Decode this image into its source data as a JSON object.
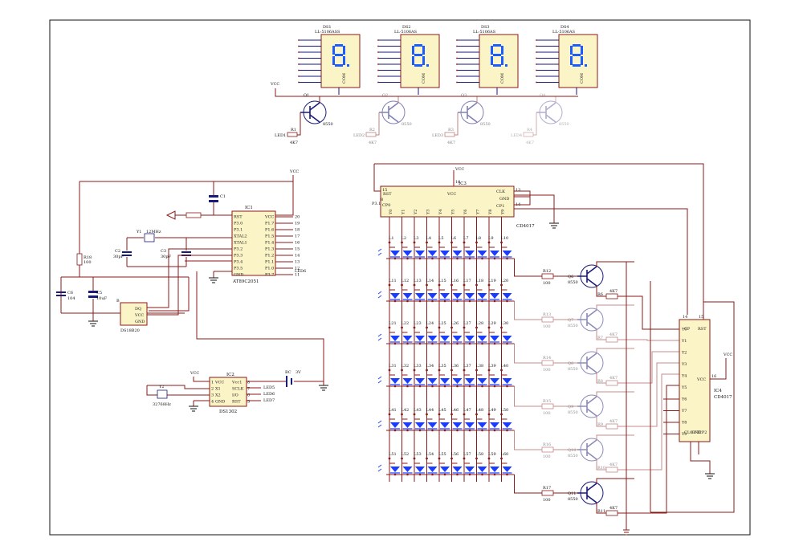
{
  "displays": [
    {
      "ref": "DS1",
      "part": "LL-5106ASS",
      "pin": "COM"
    },
    {
      "ref": "DS2",
      "part": "LL-5106AS",
      "pin": "COM"
    },
    {
      "ref": "DS3",
      "part": "LL-5106AS",
      "pin": "COM"
    },
    {
      "ref": "DS4",
      "part": "LL-5106AS",
      "pin": "COM"
    }
  ],
  "display_transistors": [
    {
      "ref": "Q1",
      "part": "8550",
      "res": "R1",
      "res_val": "4K7",
      "net": "LED1"
    },
    {
      "ref": "Q2",
      "part": "8550",
      "res": "R2",
      "res_val": "4K7",
      "net": "LED2"
    },
    {
      "ref": "Q3",
      "part": "8550",
      "res": "R3",
      "res_val": "4K7",
      "net": "LED3"
    },
    {
      "ref": "Q4",
      "part": "8550",
      "res": "R4",
      "res_val": "4K7",
      "net": "LED4"
    }
  ],
  "vcc_label": "VCC",
  "mcu": {
    "ref": "IC1",
    "part": "AT89C2051",
    "left_pins": [
      "RST",
      "P3.0",
      "P3.1",
      "XTAL2",
      "XTAL1",
      "P3.2",
      "P3.3",
      "P3.4",
      "P3.5",
      "GND"
    ],
    "right_pins": [
      "VCC",
      "P1.7",
      "P1.6",
      "P1.5",
      "P1.4",
      "P1.3",
      "P1.2",
      "P1.1",
      "P1.0",
      "P3.7"
    ],
    "net_label": "LED6"
  },
  "crystal": {
    "ref": "Y1",
    "val": "12MHz"
  },
  "cap_c2": {
    "ref": "C2",
    "val": "30pF"
  },
  "cap_c3": {
    "ref": "C3",
    "val": "30pF"
  },
  "cap_c1": {
    "ref": "C1",
    "val": ""
  },
  "resistor_r18": {
    "ref": "R18",
    "val": "100"
  },
  "cap_c6": {
    "ref": "C6",
    "val": "104"
  },
  "cap_c5": {
    "ref": "C5",
    "val": "10uF"
  },
  "sensor": {
    "ref": "B",
    "part": "DS18B20",
    "pins": [
      "DQ",
      "VCC",
      "GND"
    ]
  },
  "rtc": {
    "ref": "IC2",
    "part": "DS1302",
    "left_pins": [
      "VCC",
      "X1",
      "X2",
      "GND"
    ],
    "right_pins": [
      "Vcc1",
      "SCLK",
      "I/O",
      "RST"
    ],
    "left_nums": [
      "1",
      "2",
      "3",
      "4"
    ],
    "right_nums": [
      "8",
      "7",
      "6",
      "5"
    ],
    "nets": [
      "LED5",
      "LED6",
      "LED7"
    ]
  },
  "crystal2": {
    "ref": "Y2",
    "val": "32768Hz"
  },
  "battery": {
    "ref": "BC",
    "val": "3V"
  },
  "counter1": {
    "ref": "IC3",
    "part": "CD4017",
    "top": [
      "RST",
      "VCC"
    ],
    "side": [
      "CP0",
      "CLK",
      "GND",
      "CP1"
    ],
    "outs": [
      "Y0",
      "Y1",
      "Y2",
      "Y3",
      "Y4",
      "Y5",
      "Y6",
      "Y7",
      "Y8",
      "Y9"
    ],
    "pin_nums": [
      "15",
      "16",
      "13",
      "14",
      "8"
    ],
    "left_label": "P3.1"
  },
  "led_rows": [
    [
      "L1",
      "L2",
      "L3",
      "L4",
      "L5",
      "L6",
      "L7",
      "L8",
      "L9",
      "L10"
    ],
    [
      "L11",
      "L12",
      "L13",
      "L14",
      "L15",
      "L16",
      "L17",
      "L18",
      "L19",
      "L20"
    ],
    [
      "L21",
      "L22",
      "L23",
      "L24",
      "L25",
      "L26",
      "L27",
      "L28",
      "L29",
      "L30"
    ],
    [
      "L31",
      "L32",
      "L33",
      "L34",
      "L35",
      "L36",
      "L37",
      "L38",
      "L39",
      "L40"
    ],
    [
      "L41",
      "L42",
      "L43",
      "L44",
      "L45",
      "L46",
      "L47",
      "L48",
      "L49",
      "L50"
    ],
    [
      "L51",
      "L52",
      "L53",
      "L54",
      "L55",
      "L56",
      "L57",
      "L58",
      "L59",
      "L60"
    ]
  ],
  "row_transistors": [
    {
      "ref": "Q6",
      "part": "8550",
      "res": "R12",
      "res_val": "100",
      "bres": "R6",
      "bres_val": "4K7"
    },
    {
      "ref": "Q7",
      "part": "8550",
      "res": "R13",
      "res_val": "100",
      "bres": "R7",
      "bres_val": "4K7"
    },
    {
      "ref": "Q8",
      "part": "8550",
      "res": "R14",
      "res_val": "100",
      "bres": "R8",
      "bres_val": "4K7"
    },
    {
      "ref": "Q9",
      "part": "8550",
      "res": "R15",
      "res_val": "100",
      "bres": "R9",
      "bres_val": "4K7"
    },
    {
      "ref": "Q10",
      "part": "8550",
      "res": "R16",
      "res_val": "100",
      "bres": "R10",
      "bres_val": "4K7"
    },
    {
      "ref": "Q11",
      "part": "8550",
      "res": "R17",
      "res_val": "100",
      "bres": "R11",
      "bres_val": "4K7"
    }
  ],
  "counter2": {
    "ref": "IC4",
    "part": "CD4017",
    "top": [
      "CP",
      "RST"
    ],
    "outs": [
      "Y0",
      "Y1",
      "Y2",
      "Y3",
      "Y4",
      "Y5",
      "Y6",
      "Y7",
      "Y8",
      "Y9"
    ],
    "bottom": [
      "CLOUT",
      "GND",
      "CP2"
    ],
    "vcc": "VCC",
    "pin_vcc": "16",
    "pin_top": [
      "14",
      "15"
    ]
  }
}
